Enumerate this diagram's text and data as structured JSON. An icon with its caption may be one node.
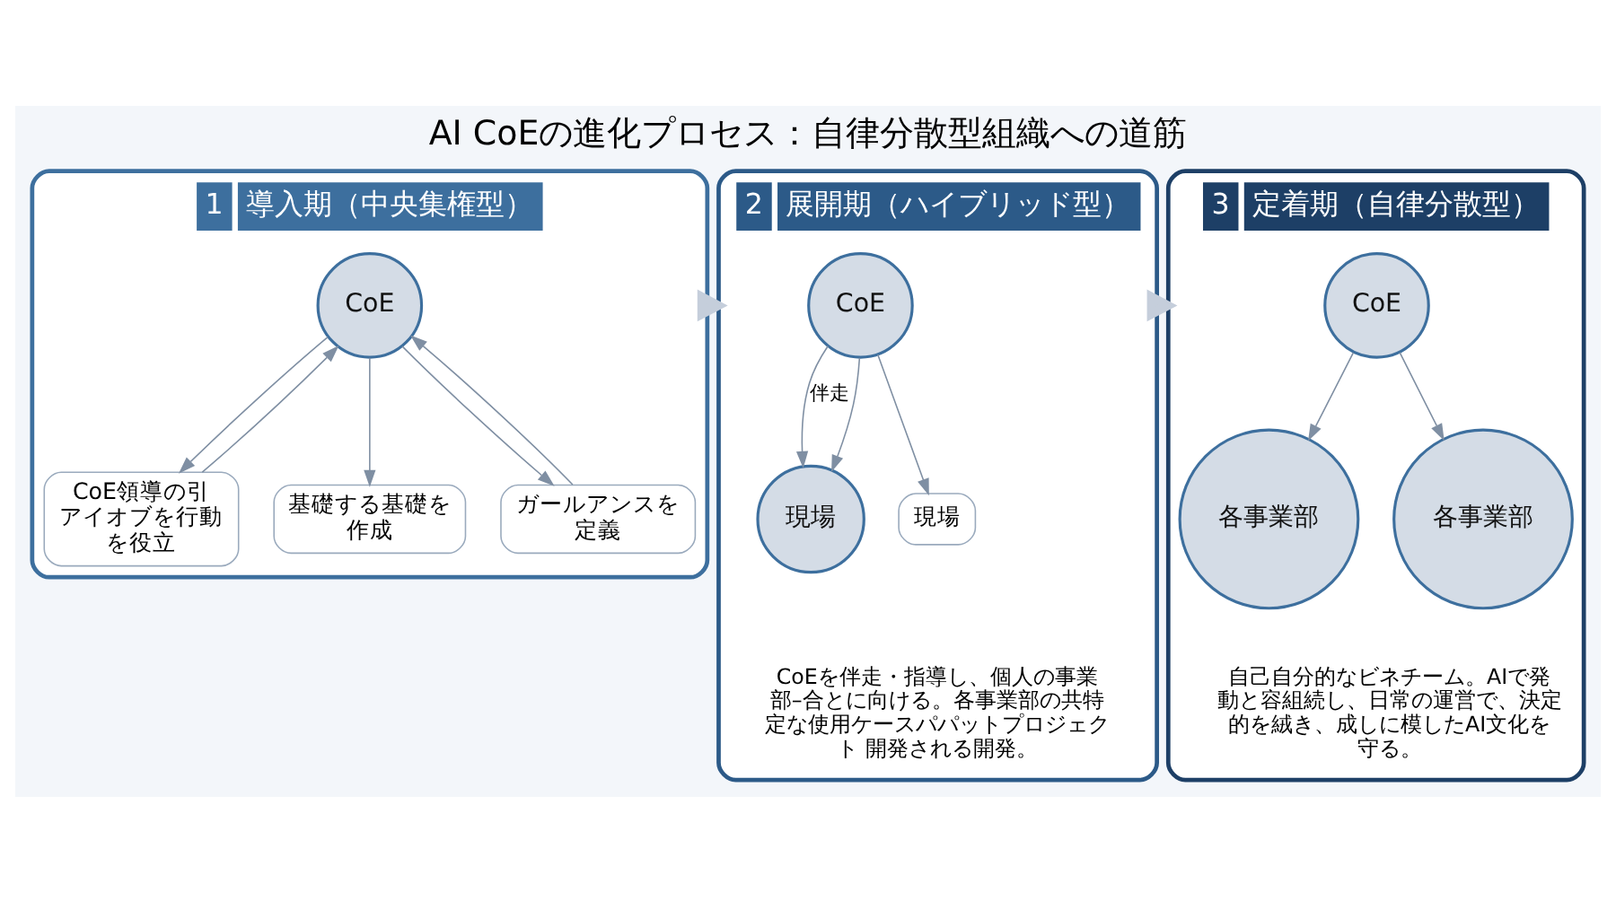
{
  "diagram": {
    "title": "AI CoEの進化プロセス：自律分散型組織への道筋",
    "nodes": [
      {
        "text": [
          "1",
          "導入期（中央集権型）"
        ]
      },
      {
        "text": [
          "CoE"
        ],
        "in": 0
      },
      {
        "text": [
          "CoE領導の引アイオブを行動を役立"
        ],
        "in": 0
      },
      {
        "text": [
          "基礎する基礎を作成"
        ],
        "in": 0
      },
      {
        "text": [
          "ガールアンスを定義"
        ],
        "in": 0
      },
      {
        "text": [
          "2",
          "展開期（ハイブリッド型）"
        ]
      },
      {
        "text": [
          "CoE"
        ],
        "in": 5
      },
      {
        "text": [
          "現場"
        ],
        "in": 5
      },
      {
        "text": [
          "現場"
        ],
        "in": 5
      },
      {
        "text": [
          "3",
          "定着期（自律分散型）"
        ]
      },
      {
        "text": [
          "CoE"
        ],
        "in": 9
      },
      {
        "text": [
          "各事業部"
        ],
        "in": 9
      },
      {
        "text": [
          "各事業部"
        ],
        "in": 9
      }
    ],
    "edges": [
      {
        "from": 1,
        "to": 2,
        "arrow": "to"
      },
      {
        "from": 1,
        "to": 3,
        "arrow": "to"
      },
      {
        "from": 1,
        "to": 4,
        "arrow": "to"
      },
      {
        "from": 2,
        "to": 1,
        "arrow": "to"
      },
      {
        "from": 4,
        "to": 1,
        "arrow": "to"
      },
      {
        "from": 0,
        "to": 5,
        "arrow": "to",
        "style": "thick",
        "color": "#c5cedb"
      },
      {
        "from": 6,
        "to": 7,
        "arrow": "to",
        "label": "伴走"
      },
      {
        "from": 6,
        "to": 7,
        "arrow": "to"
      },
      {
        "from": 6,
        "to": 8,
        "arrow": "to"
      },
      {
        "from": 5,
        "to": 9,
        "arrow": "to",
        "style": "thick",
        "color": "#c5cedb"
      },
      {
        "from": 10,
        "to": 11,
        "arrow": "to"
      },
      {
        "from": 10,
        "to": 12,
        "arrow": "to"
      }
    ],
    "labels": [
      "CoEを伴走・指導し、個人の事業部–合とに向ける。各事業部の共特定な使用ケースパパットプロジェクト 開発される開発。",
      "自己自分的なビネチーム。AIで発動と容組続し、日常の運営で、決定的を絨き、成しに模したAI文化を守る。"
    ]
  }
}
